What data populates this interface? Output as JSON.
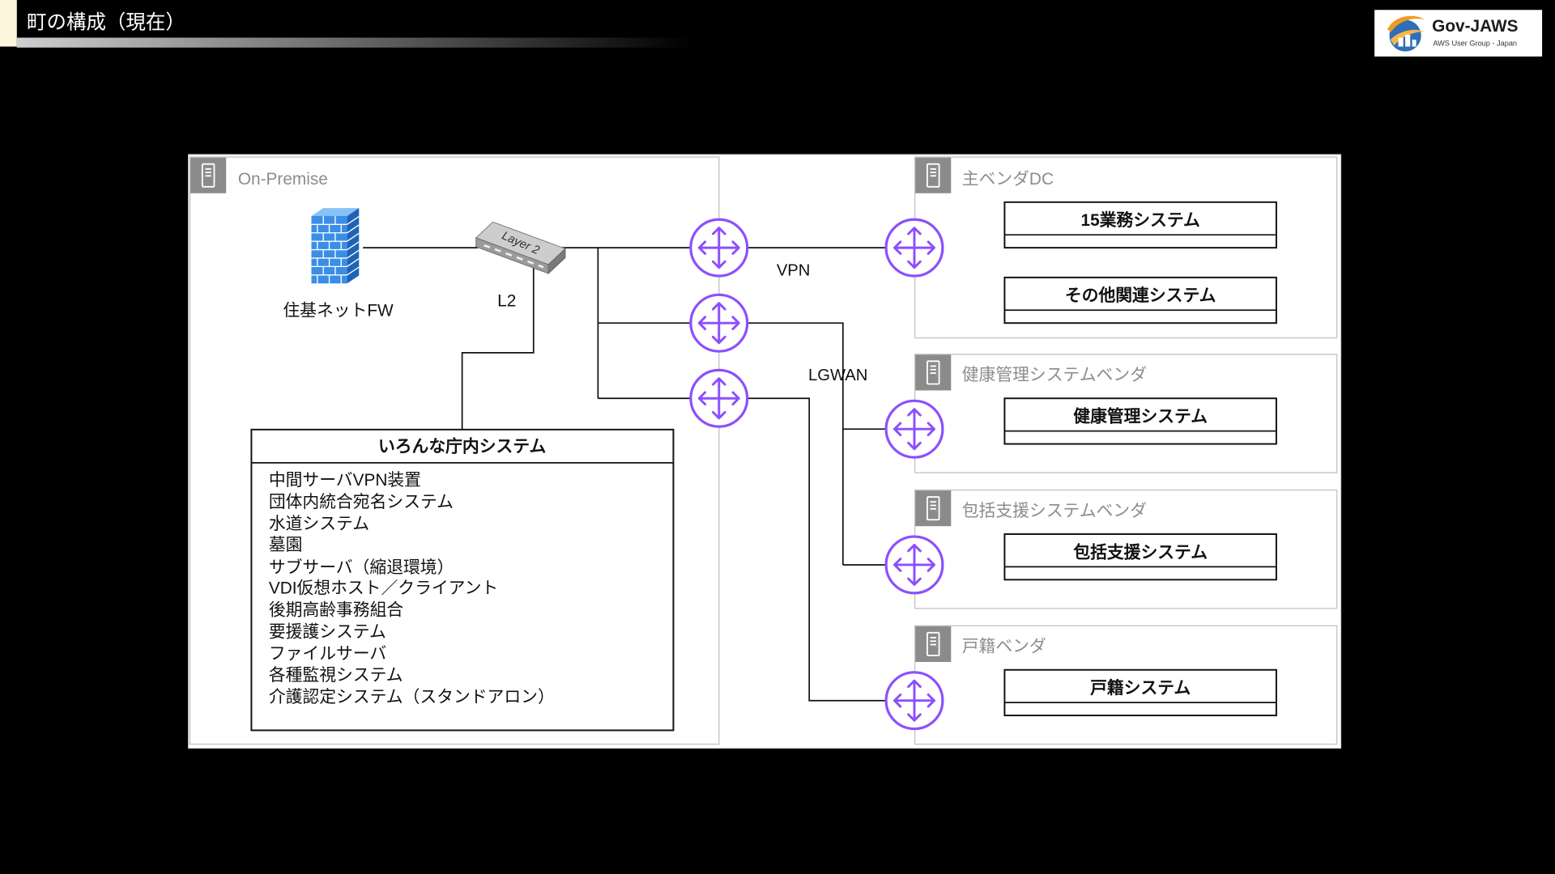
{
  "slide": {
    "title": "町の構成（現在）"
  },
  "logo": {
    "name": "Gov-JAWS",
    "tagline": "AWS User Group - Japan"
  },
  "diagram": {
    "on_premise": {
      "label": "On-Premise",
      "firewall": {
        "label": "住基ネットFW",
        "icon": "firewall-icon"
      },
      "switch": {
        "label": "L2",
        "badge": "Layer 2",
        "icon": "layer2-switch-icon"
      },
      "internal_systems": {
        "title": "いろんな庁内システム",
        "items": [
          "中間サーバVPN装置",
          "団体内統合宛名システム",
          "水道システム",
          "墓園",
          "サブサーバ（縮退環境）",
          "VDI仮想ホスト／クライアント",
          "後期高齢事務組合",
          "要援護システム",
          "ファイルサーバ",
          "各種監視システム",
          "介護認定システム（スタンドアロン）"
        ]
      }
    },
    "networks": {
      "vpn": "VPN",
      "lgwan": "LGWAN"
    },
    "vendors": [
      {
        "label": "主ベンダDC",
        "systems": [
          "15業務システム",
          "その他関連システム"
        ]
      },
      {
        "label": "健康管理システムベンダ",
        "systems": [
          "健康管理システム"
        ]
      },
      {
        "label": "包括支援システムベンダ",
        "systems": [
          "包括支援システム"
        ]
      },
      {
        "label": "戸籍ベンダ",
        "systems": [
          "戸籍システム"
        ]
      }
    ],
    "icons": {
      "group": "server-group-icon",
      "router": "router-icon"
    }
  },
  "colors": {
    "background": "#000000",
    "title_accent": "#fdf6dc",
    "router": "#8c4fff",
    "firewall": "#3a8ee6",
    "group_label": "#8c8c8c",
    "group_icon": "#8b8b8b"
  }
}
